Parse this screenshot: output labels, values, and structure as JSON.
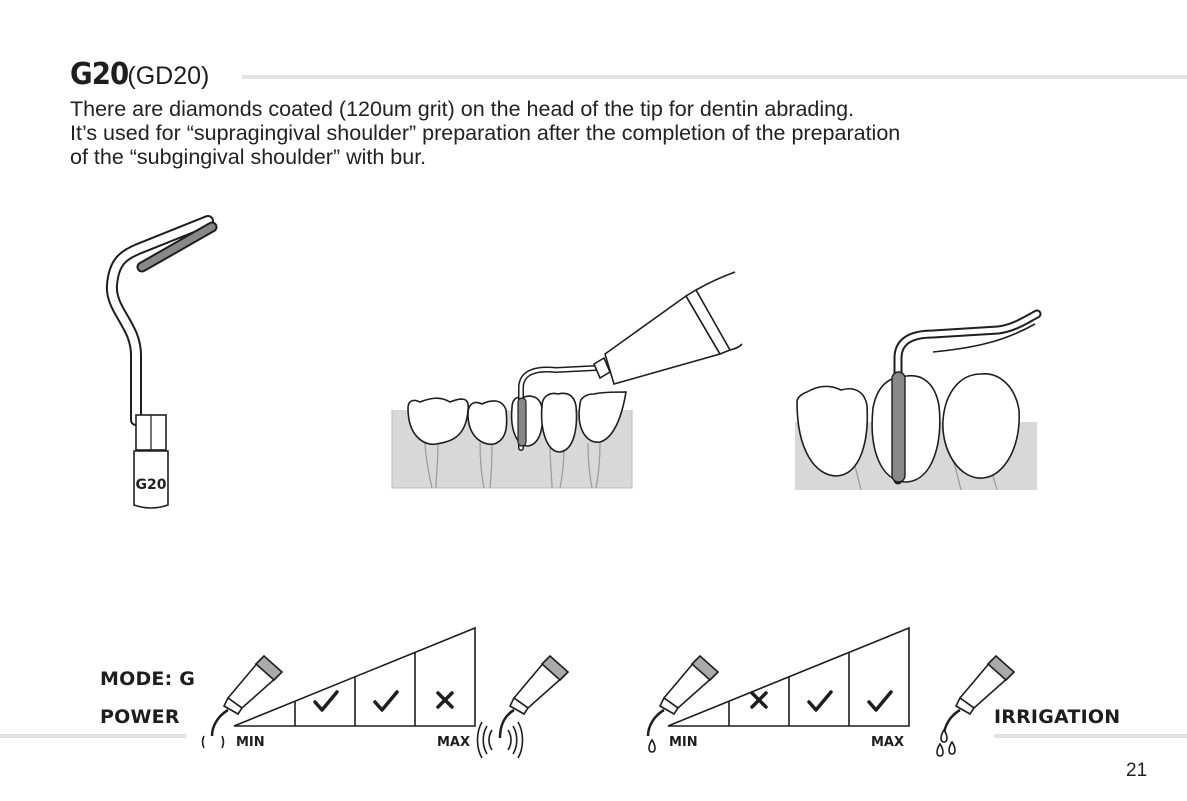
{
  "title": {
    "code": "G20",
    "sub": "(GD20)"
  },
  "description": [
    "There are diamonds coated (120um grit) on the head of the tip for dentin abrading.",
    " It’s used for “supragingival shoulder” preparation after the completion of the preparation",
    "of the “subgingival shoulder” with bur."
  ],
  "tip": {
    "label": "G20"
  },
  "labels": {
    "mode": "MODE: G",
    "power": "POWER",
    "irrigation": "IRRIGATION"
  },
  "power_scale": {
    "min_label": "MIN",
    "max_label": "MAX",
    "levels": [
      {
        "mark": "none"
      },
      {
        "mark": "check"
      },
      {
        "mark": "check"
      },
      {
        "mark": "cross"
      }
    ]
  },
  "irrigation_scale": {
    "min_label": "MIN",
    "max_label": "MAX",
    "levels": [
      {
        "mark": "none"
      },
      {
        "mark": "cross"
      },
      {
        "mark": "check"
      },
      {
        "mark": "check"
      }
    ]
  },
  "page_number": "21",
  "colors": {
    "ink": "#1e1e1e",
    "rule": "#e3e3e3",
    "gum": "#d8d8d8",
    "diamond": "#888888"
  }
}
